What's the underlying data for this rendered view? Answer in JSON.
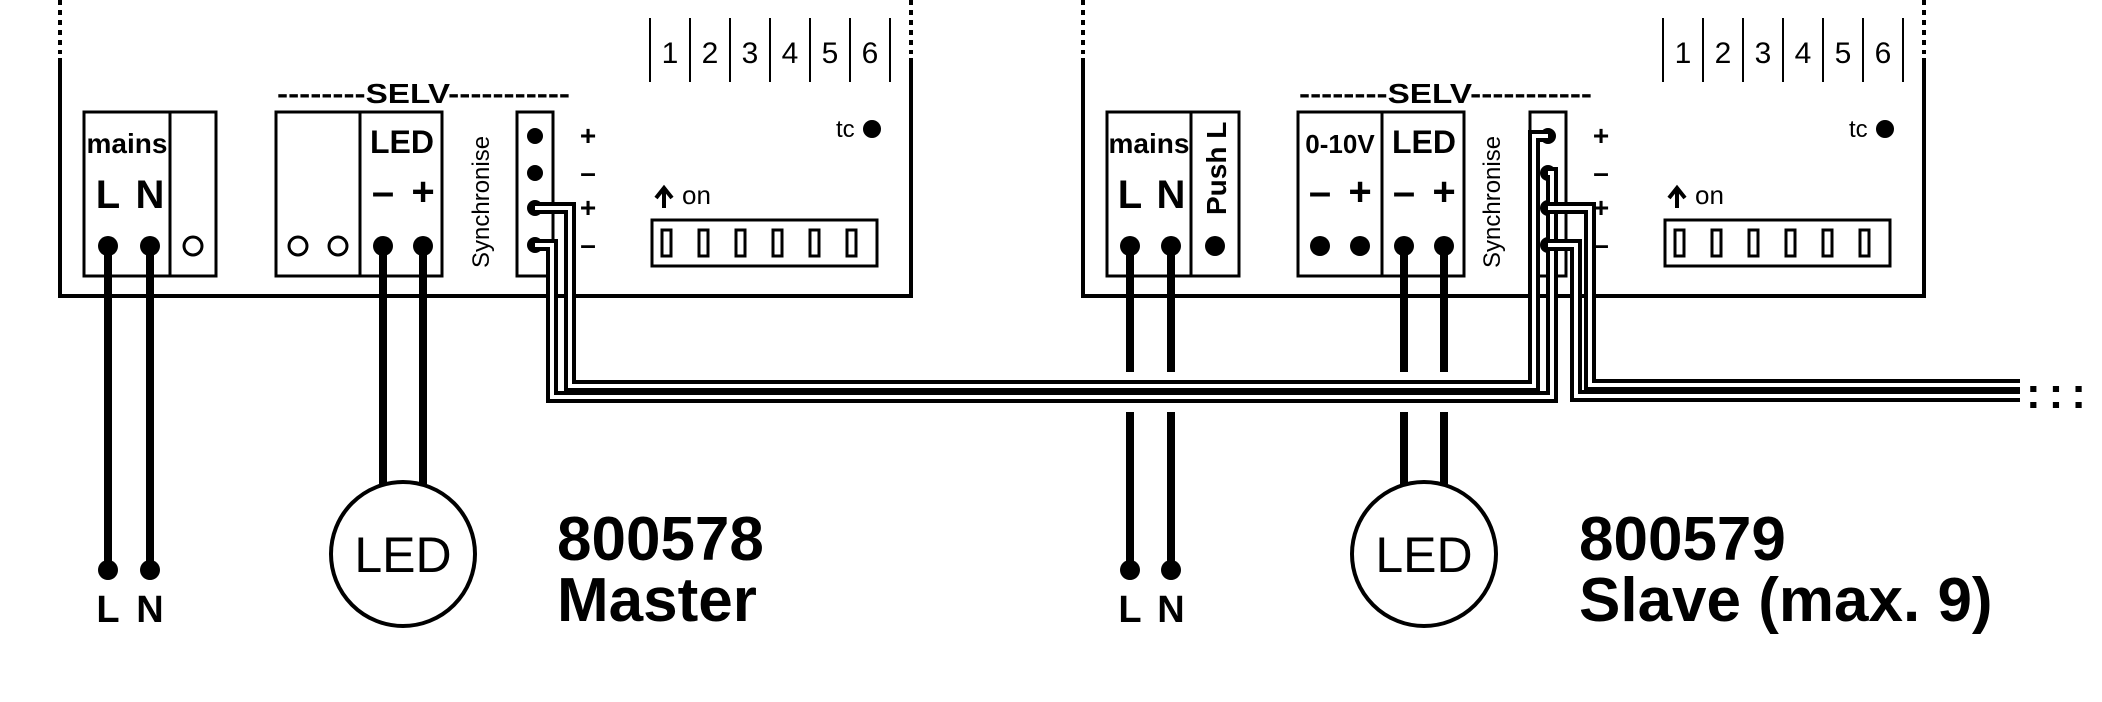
{
  "master": {
    "code": "800578",
    "role": "Master",
    "terminal_mains_label": "mains",
    "terminal_L": "L",
    "terminal_N": "N",
    "selv_label": "--------SELV-----------",
    "led_terminal_label": "LED",
    "minus": "–",
    "plus": "+",
    "sync_label": "Synchronise",
    "sync_signs": [
      "+",
      "–",
      "+",
      "–"
    ],
    "dip_numbers": [
      "1",
      "2",
      "3",
      "4",
      "5",
      "6"
    ],
    "tc_label": "tc",
    "on_label": "on",
    "lamp_label": "LED",
    "supply_L": "L",
    "supply_N": "N"
  },
  "slave": {
    "code": "800579",
    "role": "Slave (max. 9)",
    "terminal_mains_label": "mains",
    "terminal_L": "L",
    "terminal_N": "N",
    "push_label": "Push L",
    "selv_label": "--------SELV-----------",
    "dim_label": "0-10V",
    "led_terminal_label": "LED",
    "minus": "–",
    "plus": "+",
    "sync_label": "Synchronise",
    "sync_signs": [
      "+",
      "–",
      "+",
      "–"
    ],
    "dip_numbers": [
      "1",
      "2",
      "3",
      "4",
      "5",
      "6"
    ],
    "tc_label": "tc",
    "on_label": "on",
    "lamp_label": "LED",
    "supply_L": "L",
    "supply_N": "N"
  },
  "continuation": ":::"
}
